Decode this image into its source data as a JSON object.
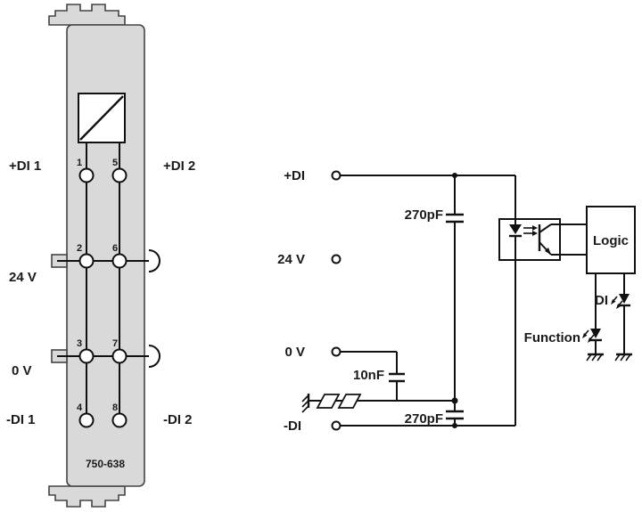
{
  "module": {
    "part_number": "750-638",
    "left_labels": {
      "top": "+DI 1",
      "v24": "24 V",
      "v0": "0 V",
      "bottom": "-DI 1"
    },
    "right_labels": {
      "top": "+DI 2",
      "bottom": "-DI 2"
    },
    "contact_numbers": {
      "c1": "1",
      "c2": "2",
      "c3": "3",
      "c4": "4",
      "c5": "5",
      "c6": "6",
      "c7": "7",
      "c8": "8"
    }
  },
  "schematic": {
    "terminal_labels": {
      "plus_di": "+DI",
      "v24": "24 V",
      "v0": "0 V",
      "minus_di": "-DI"
    },
    "capacitor_labels": {
      "c_top": "270pF",
      "c_filter": "10nF",
      "c_bottom": "270pF"
    },
    "logic_label": "Logic",
    "led_labels": {
      "di": "DI",
      "function": "Function"
    }
  },
  "colors": {
    "circuit_line": "#111111",
    "module_stroke": "#444444",
    "module_fill": "#d9d9d9",
    "background": "#ffffff"
  }
}
